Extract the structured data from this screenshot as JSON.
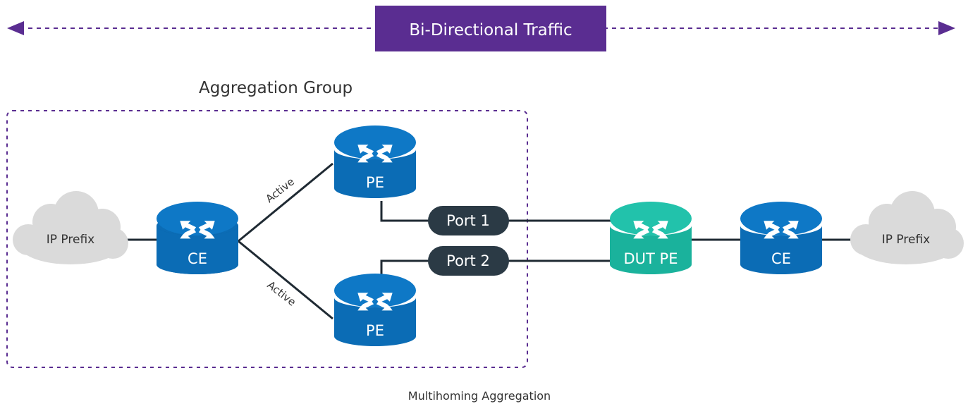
{
  "banner": {
    "label": "Bi-Directional Traffic"
  },
  "group": {
    "label": "Aggregation Group"
  },
  "caption": "Multihoming Aggregation",
  "clouds": {
    "left": "IP Prefix",
    "right": "IP Prefix"
  },
  "routers": {
    "ce_left": "CE",
    "pe_top": "PE",
    "pe_bottom": "PE",
    "dut": "DUT PE",
    "ce_right": "CE"
  },
  "links": {
    "active_top": "Active",
    "active_bottom": "Active"
  },
  "ports": {
    "port1": "Port 1",
    "port2": "Port 2"
  },
  "colors": {
    "router_blue": "#0B6CB5",
    "router_blue_dark": "#075C9E",
    "dut_teal": "#1AB29C",
    "dut_teal_dark": "#129A86",
    "banner_purple": "#5A2D91",
    "port_dark": "#2B3A45",
    "cloud_gray": "#DADADA",
    "line": "#1F2A33"
  }
}
